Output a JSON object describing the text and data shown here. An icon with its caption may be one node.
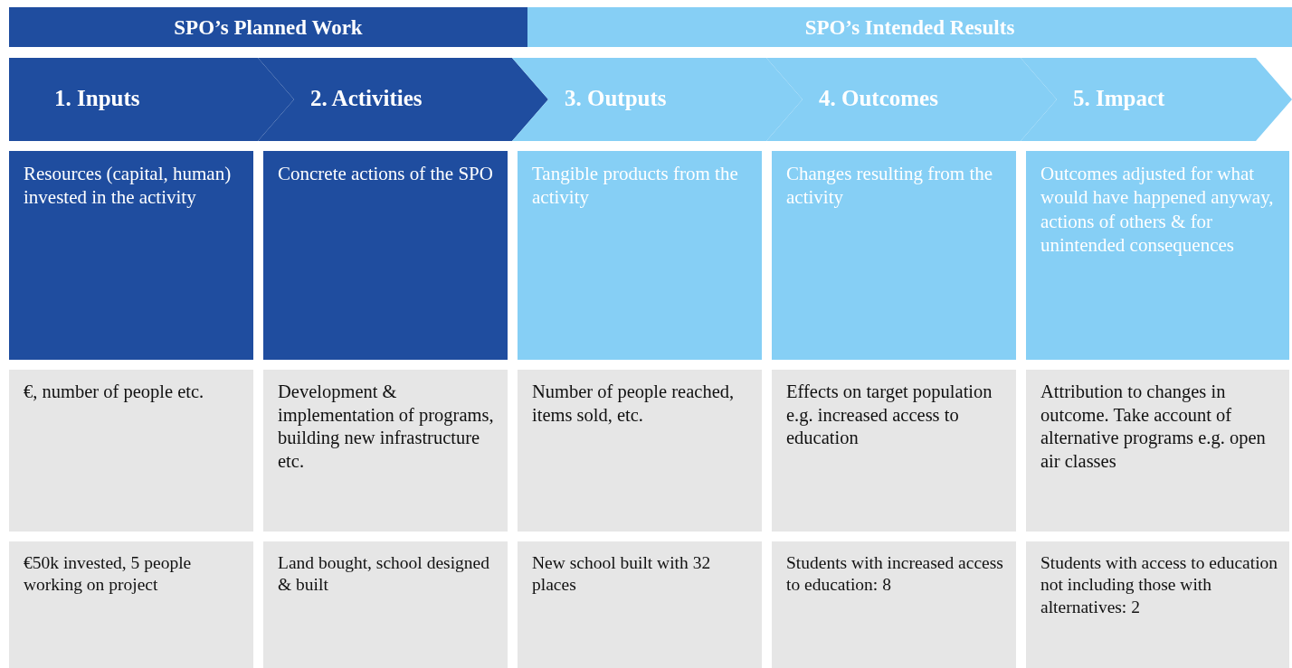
{
  "diagram": {
    "nodes": [
      {
        "text": [
          "SPO’s Planned Work"
        ]
      },
      {
        "text": [
          "SPO’s Intended Results"
        ]
      },
      {
        "text": [
          "1. Inputs"
        ]
      },
      {
        "text": [
          "2. Activities"
        ]
      },
      {
        "text": [
          "3. Outputs"
        ]
      },
      {
        "text": [
          "4. Outcomes"
        ]
      },
      {
        "text": [
          "5. Impact"
        ]
      },
      {
        "text": [
          "Resources (capital, human) invested in the activity"
        ]
      },
      {
        "text": [
          "Concrete actions of the SPO"
        ]
      },
      {
        "text": [
          "Tangible products from the activity"
        ]
      },
      {
        "text": [
          "Changes resulting from the activity"
        ]
      },
      {
        "text": [
          "Outcomes adjusted for what would have happened anyway, actions of others & for unintended consequences"
        ]
      },
      {
        "text": [
          "€, number of people etc."
        ]
      },
      {
        "text": [
          "Development & implementation of programs, building new infrastructure etc."
        ]
      },
      {
        "text": [
          "Number of people reached, items sold, etc."
        ]
      },
      {
        "text": [
          "Effects on target population e.g. increased access to education"
        ]
      },
      {
        "text": [
          "Attribution to changes in outcome. Take account of alternative programs e.g. open air classes"
        ]
      },
      {
        "text": [
          "€50k invested, 5 people working on project"
        ]
      },
      {
        "text": [
          "Land bought, school designed & built"
        ]
      },
      {
        "text": [
          "New school built with 32 places"
        ]
      },
      {
        "text": [
          "Students with increased access to education: 8"
        ]
      },
      {
        "text": [
          "Students with access to education not including those with alternatives: 2"
        ]
      }
    ]
  }
}
